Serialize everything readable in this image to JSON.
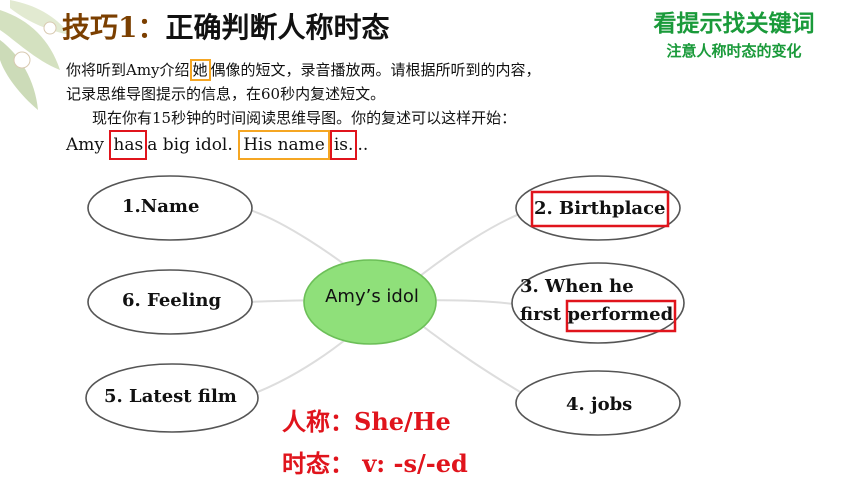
{
  "title": {
    "prefix": "技巧1：",
    "main": "正确判断人称时态"
  },
  "hint": {
    "main": "看提示找关键词",
    "sub": "注意人称时态的变化"
  },
  "instructions": {
    "line1_a": "你将听到Amy介绍",
    "line1_box": "她",
    "line1_b": "偶像的短文，录音播放两。请根据所听到的内容，",
    "line2": "记录思维导图提示的信息，在60秒内复述短文。",
    "line3": "现在你有15秒钟的时间阅读思维导图。你的复述可以这样开始："
  },
  "starter": {
    "w1": "Amy",
    "w2": "has",
    "w3": "a big idol.",
    "w4": "His",
    "w5": "name",
    "w6": "is.",
    "w7": ".."
  },
  "mindmap": {
    "center": "Amy’s idol",
    "nodes": {
      "n1": "1.Name",
      "n2": "2. Birthplace",
      "n3a": "3. When he",
      "n3b_first": "first",
      "n3b_box": "performed",
      "n4": "4. jobs",
      "n5": "5. Latest film",
      "n6": "6. Feeling"
    },
    "colors": {
      "center_fill": "#8fe07a",
      "node_stroke": "#555555",
      "highlight": "#e0141c"
    }
  },
  "summary": {
    "line1": "人称：She/He",
    "line2": "时态： v: -s/-ed"
  },
  "colors": {
    "hint": "#1a9a3a",
    "red": "#e0141c",
    "orange": "#f5a623",
    "title_prefix": "#7b3f00"
  }
}
